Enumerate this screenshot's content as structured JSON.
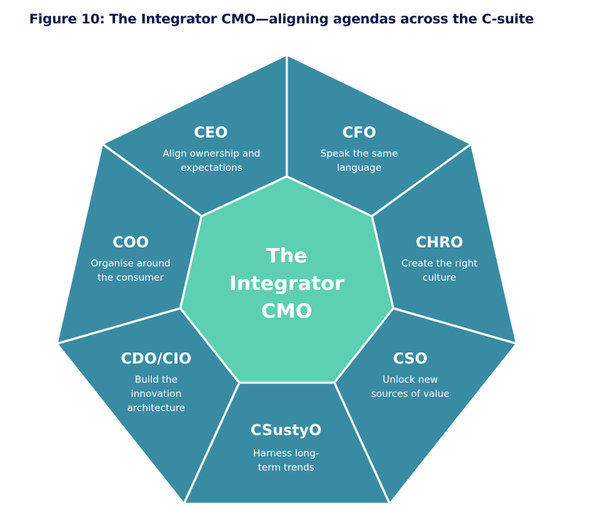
{
  "figure": {
    "title": "Figure 10: The Integrator CMO—aligning agendas across the C-suite"
  },
  "colors": {
    "title_text": "#0f1446",
    "segment_fill": "#398ba3",
    "center_fill": "#5dcfb2",
    "text_on_shapes": "#ffffff",
    "divider": "#ffffff"
  },
  "center": {
    "lines": [
      "The",
      "Integrator",
      "CMO"
    ]
  },
  "segments": [
    {
      "role": "CEO",
      "description": [
        "Align ownership and",
        "expectations"
      ]
    },
    {
      "role": "CFO",
      "description": [
        "Speak the same",
        "language"
      ]
    },
    {
      "role": "CHRO",
      "description": [
        "Create the right",
        "culture"
      ]
    },
    {
      "role": "CSO",
      "description": [
        "Unlock new",
        "sources of value"
      ]
    },
    {
      "role": "CSustyO",
      "description": [
        "Harness long-",
        "term trends"
      ]
    },
    {
      "role": "CDO/CIO",
      "description": [
        "Build the",
        "innovation",
        "architecture"
      ]
    },
    {
      "role": "COO",
      "description": [
        "Organise around",
        "the consumer"
      ]
    }
  ]
}
